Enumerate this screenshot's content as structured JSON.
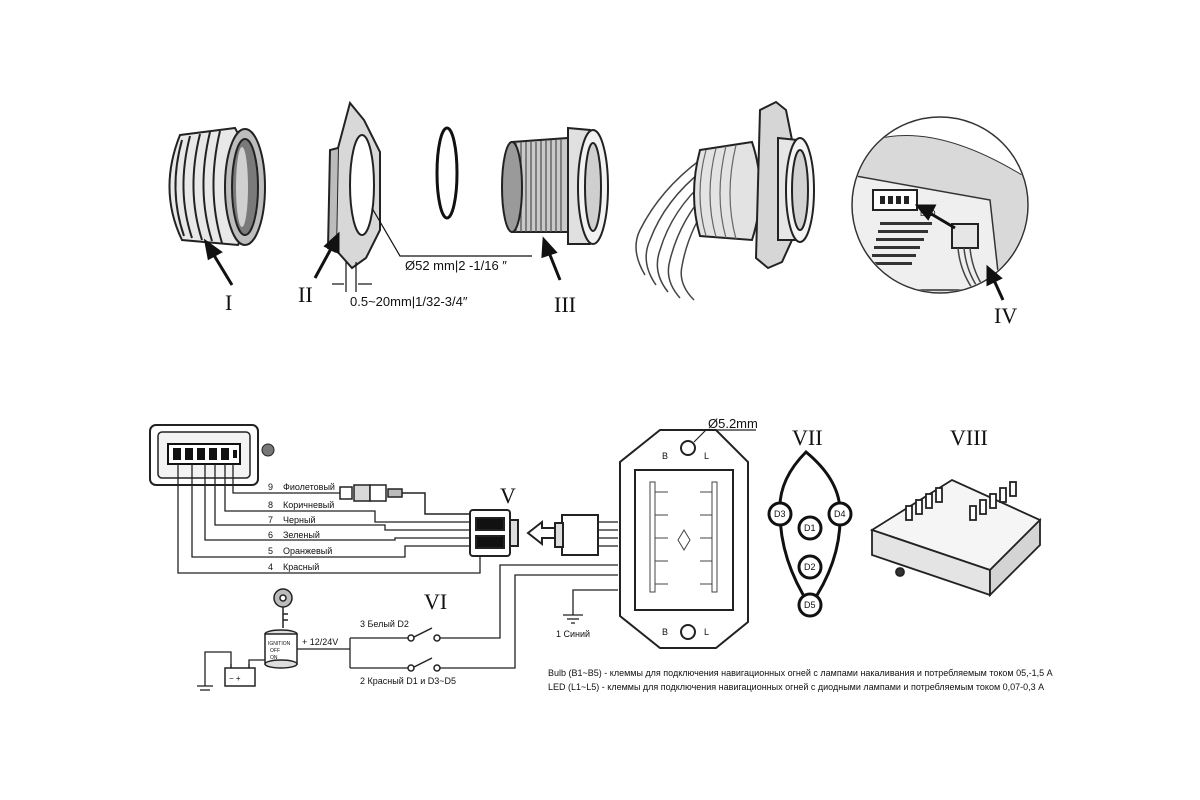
{
  "labels": {
    "I": "I",
    "II": "II",
    "III": "III",
    "IV": "IV",
    "V": "V",
    "VI": "VI",
    "VII": "VII",
    "VIII": "VIII"
  },
  "dimensions": {
    "diameter_panel": "Ø52 mm|2 -1/16 ″",
    "thickness": "0.5~20mm|1/32-3/4″",
    "hole": "Ø5.2mm"
  },
  "wires": [
    {
      "num": "9",
      "name": "Фиолетовый"
    },
    {
      "num": "8",
      "name": "Коричневый"
    },
    {
      "num": "7",
      "name": "Черный"
    },
    {
      "num": "6",
      "name": "Зеленый"
    },
    {
      "num": "5",
      "name": "Оранжевый"
    },
    {
      "num": "4",
      "name": "Красный"
    }
  ],
  "power": {
    "voltage": "+ 12/24V",
    "switch_white": "3  Белый D2",
    "switch_red": "2  Красный D1 и D3~D5",
    "ground": "1 Синий"
  },
  "module": {
    "bulb_text": "B",
    "led_text": "L"
  },
  "connector_label": "LED",
  "lights": [
    "D1",
    "D2",
    "D3",
    "D4",
    "D5"
  ],
  "notes": {
    "bulb": "Bulb (B1~B5) - клеммы для подключения навигационных огней с лампами накаливания и потребляемым током 05,-1,5 А",
    "led": "LED (L1~L5) - клеммы для подключения навигационных огней с диодными лампами и потребляемым током 0,07-0,3 А"
  },
  "ignition_text": [
    "IGNITION",
    "OFF",
    "ON"
  ]
}
